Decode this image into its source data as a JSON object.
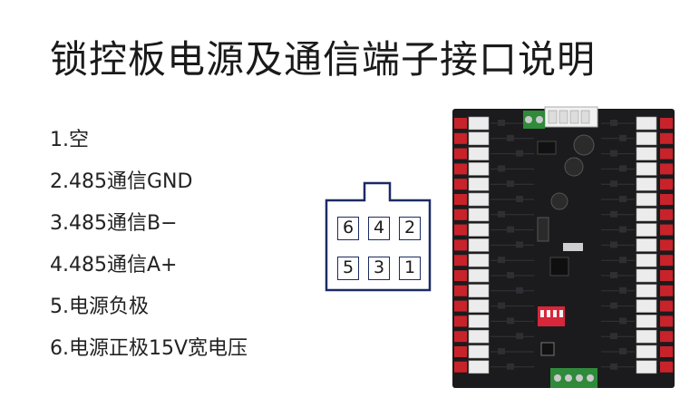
{
  "title": "锁控板电源及通信端子接口说明",
  "pins": [
    {
      "label": "1.空"
    },
    {
      "label": "2.485通信GND"
    },
    {
      "label": "3.485通信B−"
    },
    {
      "label": "4.485通信A+"
    },
    {
      "label": "5.电源负极"
    },
    {
      "label": "6.电源正极15V宽电压"
    }
  ],
  "connector": {
    "top_row": [
      "6",
      "4",
      "2"
    ],
    "bottom_row": [
      "5",
      "3",
      "1"
    ]
  },
  "colors": {
    "connector_outline": "#1c2a63",
    "board_pcb": "#1b1b1d",
    "led_red": "#c8232a",
    "jst_white": "#ececec",
    "terminal_green": "#2f8a3a",
    "dip_switch": "#d8263a"
  }
}
